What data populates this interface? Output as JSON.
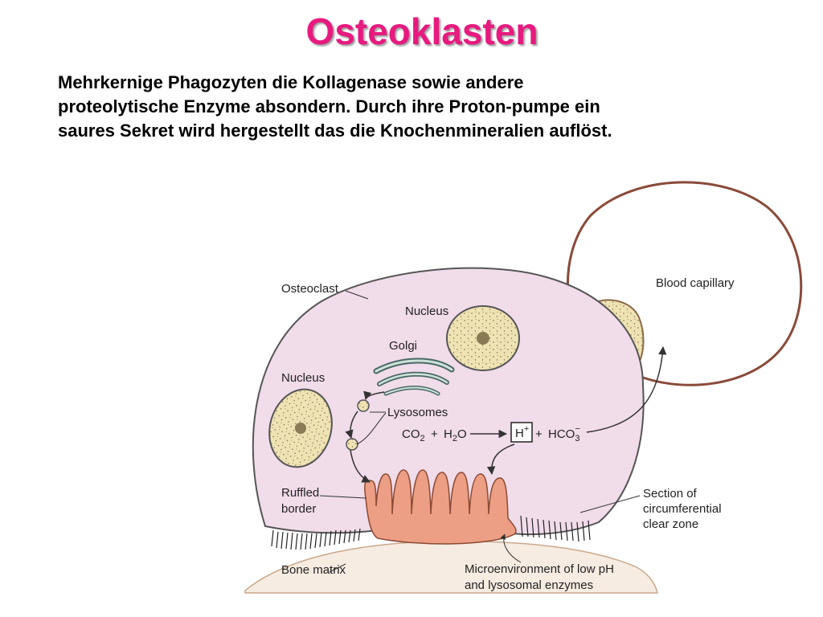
{
  "slide": {
    "title": "Osteoklasten",
    "text_lines": [
      "Mehrkernige Phagozyten die Kollagenase sowie andere",
      "proteolytische  Enzyme absondern. Durch ihre Proton-pumpe ein",
      "saures Sekret wird hergestellt das die Knochenmineralien auflöst."
    ]
  },
  "diagram": {
    "labels": {
      "osteoclast": "Osteoclast",
      "nucleus_top": "Nucleus",
      "nucleus_left": "Nucleus",
      "golgi": "Golgi",
      "lysosomes": "Lysosomes",
      "blood_capillary": "Blood capillary",
      "ruffled_border_1": "Ruffled",
      "ruffled_border_2": "border",
      "bone_matrix": "Bone matrix",
      "clear_zone_1": "Section of",
      "clear_zone_2": "circumferential",
      "clear_zone_3": "clear zone",
      "microenv_1": "Microenvironment of low pH",
      "microenv_2": "and lysosomal enzymes"
    },
    "equation": {
      "co2": "CO",
      "co2_sub": "2",
      "plus1": "+",
      "h2o_h": "H",
      "h2o_sub": "2",
      "h2o_o": "O",
      "proton": "H",
      "proton_sup": "+",
      "plus2": "+",
      "hco3": "HCO",
      "hco3_sub": "3",
      "hco3_sup": "−"
    },
    "colors": {
      "cell_fill": "#f1dcea",
      "nucleus_fill": "#efe3b4",
      "ruffled_fill": "#ec9f84",
      "bone_fill": "#f7ece2",
      "title_color": "#e8197f"
    }
  }
}
